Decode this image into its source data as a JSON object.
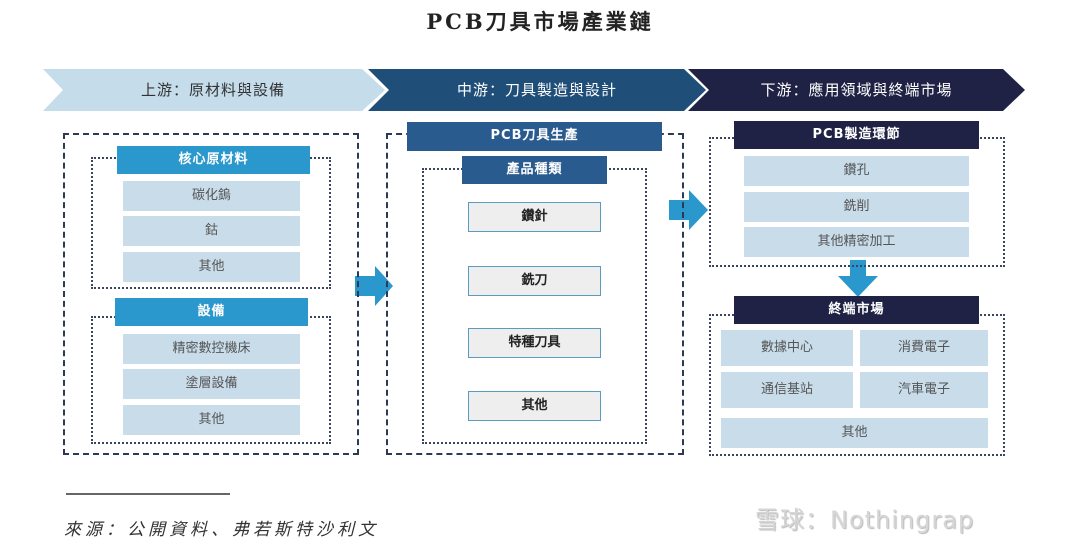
{
  "title": "PCB刀具市場產業鏈",
  "colors": {
    "upstream_chevron": "#c5dcea",
    "midstream_chevron": "#1f4e79",
    "downstream_chevron": "#1f2244",
    "accent_blue": "#2a98cc",
    "cell_fill": "#c8dcea"
  },
  "chevrons": [
    {
      "label": "上游：原材料與設備"
    },
    {
      "label": "中游：刀具製造與設計"
    },
    {
      "label": "下游：應用領域與終端市場"
    }
  ],
  "upstream": {
    "groups": [
      {
        "header": "核心原材料",
        "items": [
          "碳化鎢",
          "鈷",
          "其他"
        ]
      },
      {
        "header": "設備",
        "items": [
          "精密數控機床",
          "塗層設備",
          "其他"
        ]
      }
    ]
  },
  "midstream": {
    "header": "PCB刀具生產",
    "subheader": "產品種類",
    "products": [
      "鑽針",
      "銑刀",
      "特種刀具",
      "其他"
    ]
  },
  "downstream": {
    "manufacturing": {
      "header": "PCB製造環節",
      "items": [
        "鑽孔",
        "銑削",
        "其他精密加工"
      ]
    },
    "end_market": {
      "header": "終端市場",
      "items": [
        "數據中心",
        "消費電子",
        "通信基站",
        "汽車電子",
        "其他"
      ]
    }
  },
  "icons": {
    "arrow_right": "arrow-right-icon",
    "arrow_down": "arrow-down-icon"
  },
  "source": "來源：公開資料、弗若斯特沙利文",
  "watermark": "雪球：Nothingrap"
}
